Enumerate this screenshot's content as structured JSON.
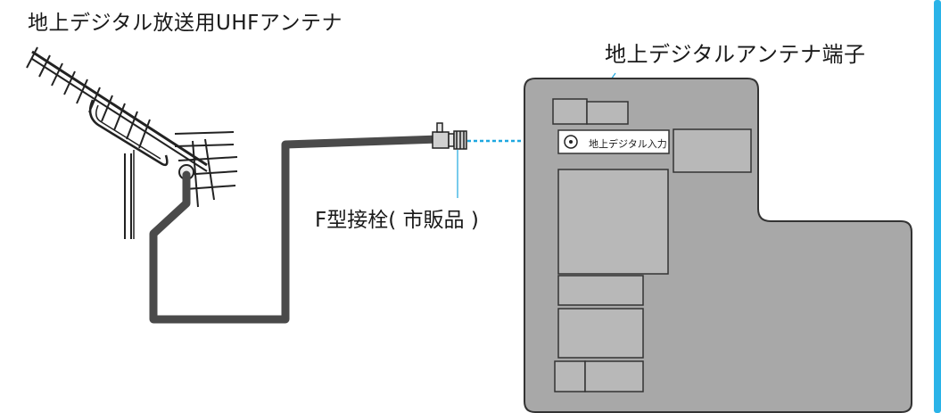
{
  "title": "地上デジタル放送用UHFアンテナ",
  "labels": {
    "terminal": "地上デジタルアンテナ端子",
    "connector": "F型接栓( 市販品 )",
    "input": "地上デジタル入力"
  },
  "colors": {
    "cable": "#4a4a4a",
    "panel_fill": "#a8a8a8",
    "panel_stroke": "#333333",
    "box_fill": "#b8b8b8",
    "leader_line": "#1ea8e0",
    "signal_dash": "#1ea8e0",
    "edge_accent": "#2ab3e8"
  }
}
